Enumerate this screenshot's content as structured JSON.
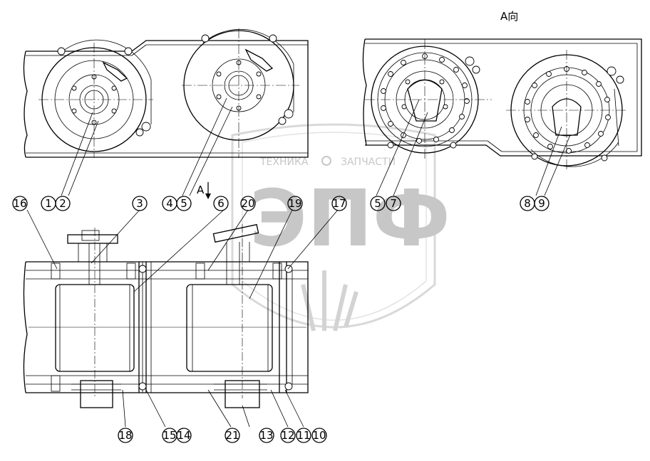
{
  "view_label_top": "A向",
  "view_label_arrow": "A",
  "watermark": {
    "line1": "ТЕХНИКА",
    "line2": "ЗАПЧАСТИ",
    "big": "ЭПФ"
  },
  "callouts": [
    {
      "id": "16",
      "text": "16"
    },
    {
      "id": "1",
      "text": "1"
    },
    {
      "id": "2",
      "text": "2"
    },
    {
      "id": "3",
      "text": "3"
    },
    {
      "id": "4",
      "text": "4"
    },
    {
      "id": "5a",
      "text": "5"
    },
    {
      "id": "6",
      "text": "6"
    },
    {
      "id": "20",
      "text": "20"
    },
    {
      "id": "19",
      "text": "19"
    },
    {
      "id": "17",
      "text": "17"
    },
    {
      "id": "5b",
      "text": "5"
    },
    {
      "id": "7",
      "text": "7"
    },
    {
      "id": "8",
      "text": "8"
    },
    {
      "id": "9",
      "text": "9"
    },
    {
      "id": "18",
      "text": "18"
    },
    {
      "id": "15",
      "text": "15"
    },
    {
      "id": "14",
      "text": "14"
    },
    {
      "id": "21",
      "text": "21"
    },
    {
      "id": "13",
      "text": "13"
    },
    {
      "id": "12",
      "text": "12"
    },
    {
      "id": "11",
      "text": "11"
    },
    {
      "id": "10",
      "text": "10"
    }
  ]
}
